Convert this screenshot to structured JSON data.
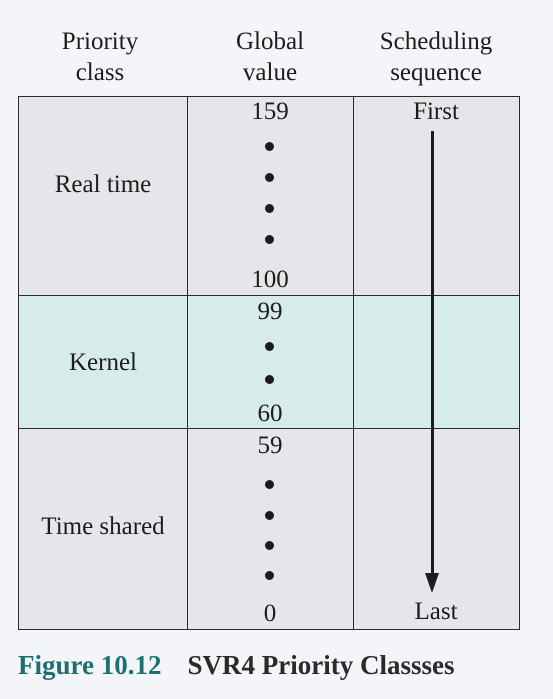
{
  "headers": {
    "priority_class": [
      "Priority",
      "class"
    ],
    "global_value": [
      "Global",
      "value"
    ],
    "scheduling_sequence": [
      "Scheduling",
      "sequence"
    ]
  },
  "classes": [
    {
      "name": "Real time",
      "high": "159",
      "low": "100",
      "dots": 4
    },
    {
      "name": "Kernel",
      "high": "99",
      "low": "60",
      "dots": 2
    },
    {
      "name": "Time shared",
      "high": "59",
      "low": "0",
      "dots": 4
    }
  ],
  "sequence": {
    "first": "First",
    "last": "Last"
  },
  "caption": {
    "number": "Figure 10.12",
    "title": "SVR4 Priority Classses"
  },
  "colors": {
    "real_time_band": "#e5e6e9",
    "kernel_band": "#d6ece9",
    "time_shared_band": "#e5e6e9",
    "caption_number": "#1e6f73"
  }
}
